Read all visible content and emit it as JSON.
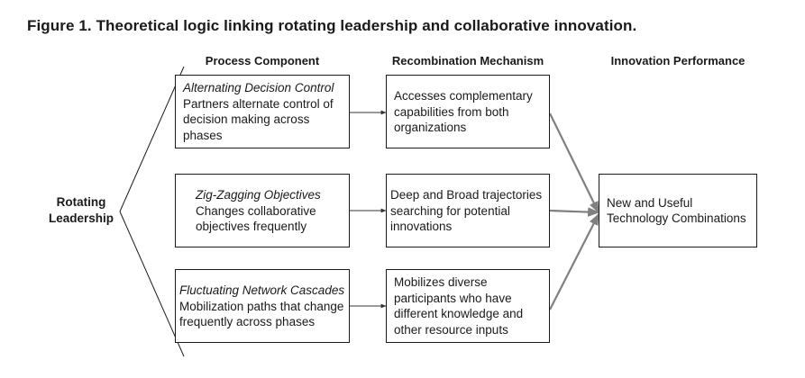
{
  "title": "Figure 1.  Theoretical logic linking rotating leadership and collaborative innovation.",
  "columns": {
    "process": "Process Component",
    "mechanism": "Recombination Mechanism",
    "performance": "Innovation Performance"
  },
  "root": {
    "line1": "Rotating",
    "line2": "Leadership"
  },
  "process": [
    {
      "heading": "Alternating Decision Control",
      "lines": [
        "Partners alternate control of",
        "decision making across",
        "phases"
      ]
    },
    {
      "heading": "Zig-Zagging Objectives",
      "lines": [
        "Changes collaborative",
        "objectives frequently"
      ]
    },
    {
      "heading": "Fluctuating Network Cascades",
      "lines": [
        "Mobilization paths that change",
        "frequently across phases"
      ]
    }
  ],
  "mechanism": [
    {
      "lines": [
        "Accesses complementary",
        "capabilities from both",
        "organizations"
      ]
    },
    {
      "lines": [
        "Deep and Broad trajectories",
        "searching for potential",
        "innovations"
      ]
    },
    {
      "lines": [
        "Mobilizes diverse",
        "participants who have",
        "different knowledge and",
        "other resource inputs"
      ]
    }
  ],
  "outcome": {
    "lines": [
      "New and Useful",
      "Technology Combinations"
    ]
  },
  "colors": {
    "line": "#1a1a1a",
    "arrow_gray": "#808080",
    "background": "#ffffff"
  }
}
